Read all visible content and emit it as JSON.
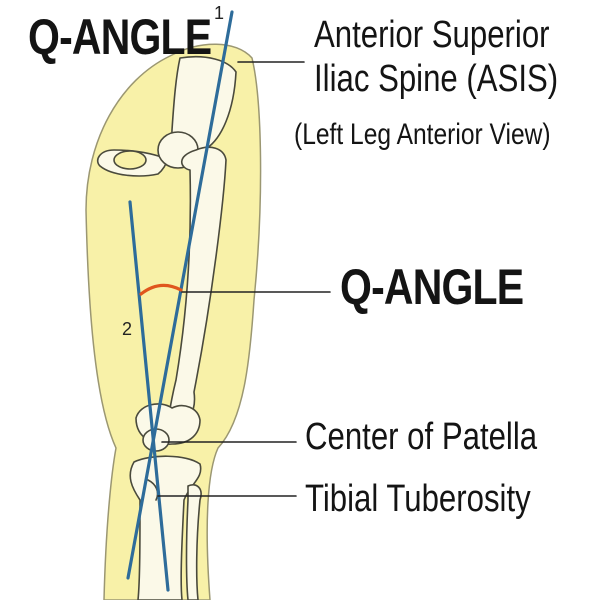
{
  "title": "Q-ANGLE",
  "labels": {
    "asis_line1": "Anterior Superior",
    "asis_line2": "Iliac Spine (ASIS)",
    "view": "(Left Leg Anterior View)",
    "q_angle": "Q-ANGLE",
    "center_patella": "Center of Patella",
    "tibial_tuberosity": "Tibial Tuberosity"
  },
  "line_numbers": {
    "first": "1",
    "second": "2"
  },
  "colors": {
    "leg": "#f8f1a8",
    "leg_outline": "#9b9772",
    "bone": "#fbf9e8",
    "bone_outline": "#4a4a3c",
    "axis_line": "#2e6c9a",
    "angle_arc": "#e0561d",
    "leader": "#222222",
    "text": "#141414"
  }
}
